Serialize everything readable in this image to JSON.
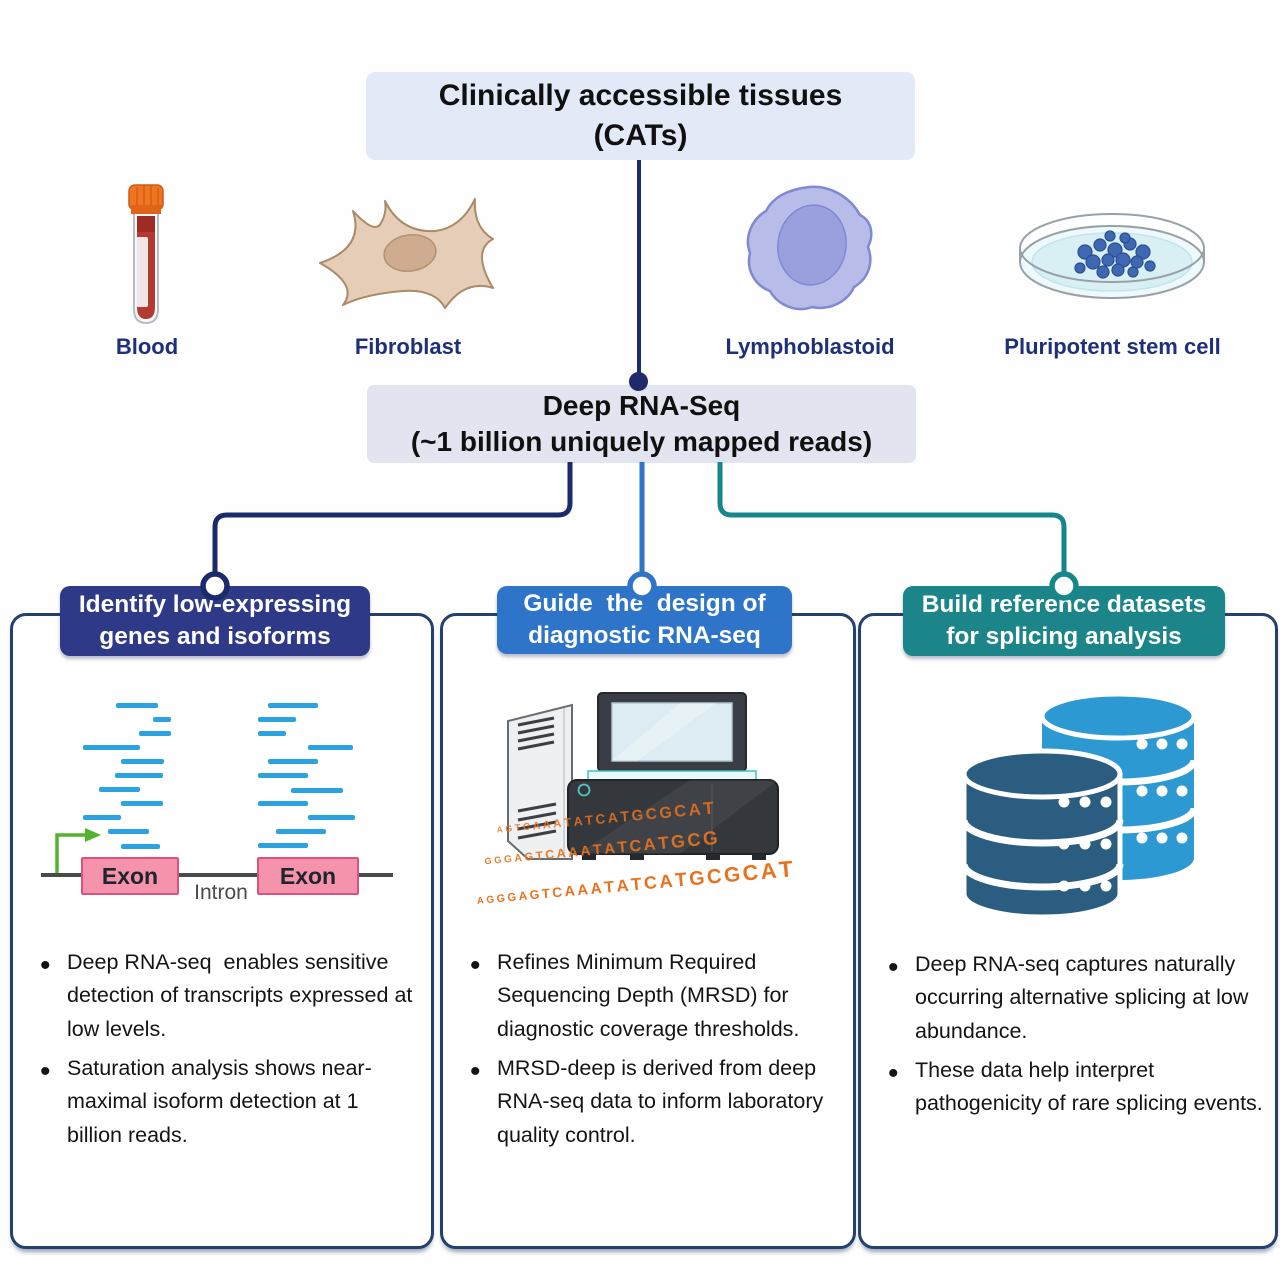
{
  "title": {
    "line1": "Clinically accessible tissues",
    "line2": "(CATs)"
  },
  "tissues": [
    {
      "label": "Blood"
    },
    {
      "label": "Fibroblast"
    },
    {
      "label": "Lymphoblastoid"
    },
    {
      "label": "Pluripotent stem cell"
    }
  ],
  "hub": {
    "line1": "Deep RNA-Seq",
    "line2": "(~1 billion uniquely mapped reads)"
  },
  "cards": [
    {
      "header": [
        "Identify low-expressing",
        "genes and isoforms"
      ],
      "bullets": [
        "Deep RNA-seq  enables sensitive detection of transcripts expressed at low levels.",
        "Saturation analysis shows near-maximal isoform detection at 1 billion reads."
      ],
      "gene_model": {
        "exon_label": "Exon",
        "intron_label": "Intron",
        "reads_left": [
          [
            85,
            10,
            42
          ],
          [
            122,
            24,
            18
          ],
          [
            108,
            38,
            32
          ],
          [
            52,
            52,
            57
          ],
          [
            90,
            66,
            43
          ],
          [
            84,
            80,
            48
          ],
          [
            68,
            94,
            41
          ],
          [
            90,
            108,
            42
          ],
          [
            52,
            122,
            38
          ],
          [
            77,
            136,
            41
          ],
          [
            90,
            151,
            39
          ]
        ],
        "reads_right": [
          [
            237,
            10,
            50
          ],
          [
            227,
            24,
            38
          ],
          [
            227,
            38,
            28
          ],
          [
            277,
            52,
            45
          ],
          [
            237,
            66,
            50
          ],
          [
            227,
            80,
            50
          ],
          [
            260,
            95,
            52
          ],
          [
            227,
            108,
            50
          ],
          [
            277,
            122,
            47
          ],
          [
            245,
            136,
            50
          ],
          [
            227,
            150,
            50
          ]
        ]
      }
    },
    {
      "header": [
        "Guide  the  design of",
        "diagnostic RNA-seq"
      ],
      "bullets": [
        "Refines Minimum Required Sequencing Depth (MRSD) for diagnostic coverage thresholds.",
        "MRSD-deep is derived from deep RNA-seq data to inform laboratory quality control."
      ],
      "sequencer_reads": [
        "AGTCAAATATCATGCGCAT",
        "GGGAGTCAAATATCATGCG",
        "AGGGAGTCAAATATCATGCGCAT"
      ]
    },
    {
      "header": [
        "Build reference datasets",
        "for splicing analysis"
      ],
      "bullets": [
        "Deep RNA-seq captures naturally occurring alternative splicing at low abundance.",
        "These data help interpret pathogenicity of rare splicing events."
      ]
    }
  ],
  "colors": {
    "branch_left": "#1b2a6b",
    "branch_mid": "#2f74c9",
    "branch_right": "#17868b",
    "header_left_bg": "#2e3a87",
    "header_mid_bg": "#2e74c8",
    "header_right_bg": "#1b858a",
    "top_box_bg": "#e4e9f8",
    "hub_box_bg": "#e2e5ef",
    "tissue_label": "#1e3178",
    "read_blue": "#2aa3e0",
    "exon_pink": "#f593ad",
    "sequence_orange": "#e8731f",
    "database_dark": "#2b5d80",
    "database_light": "#2c99d3"
  }
}
